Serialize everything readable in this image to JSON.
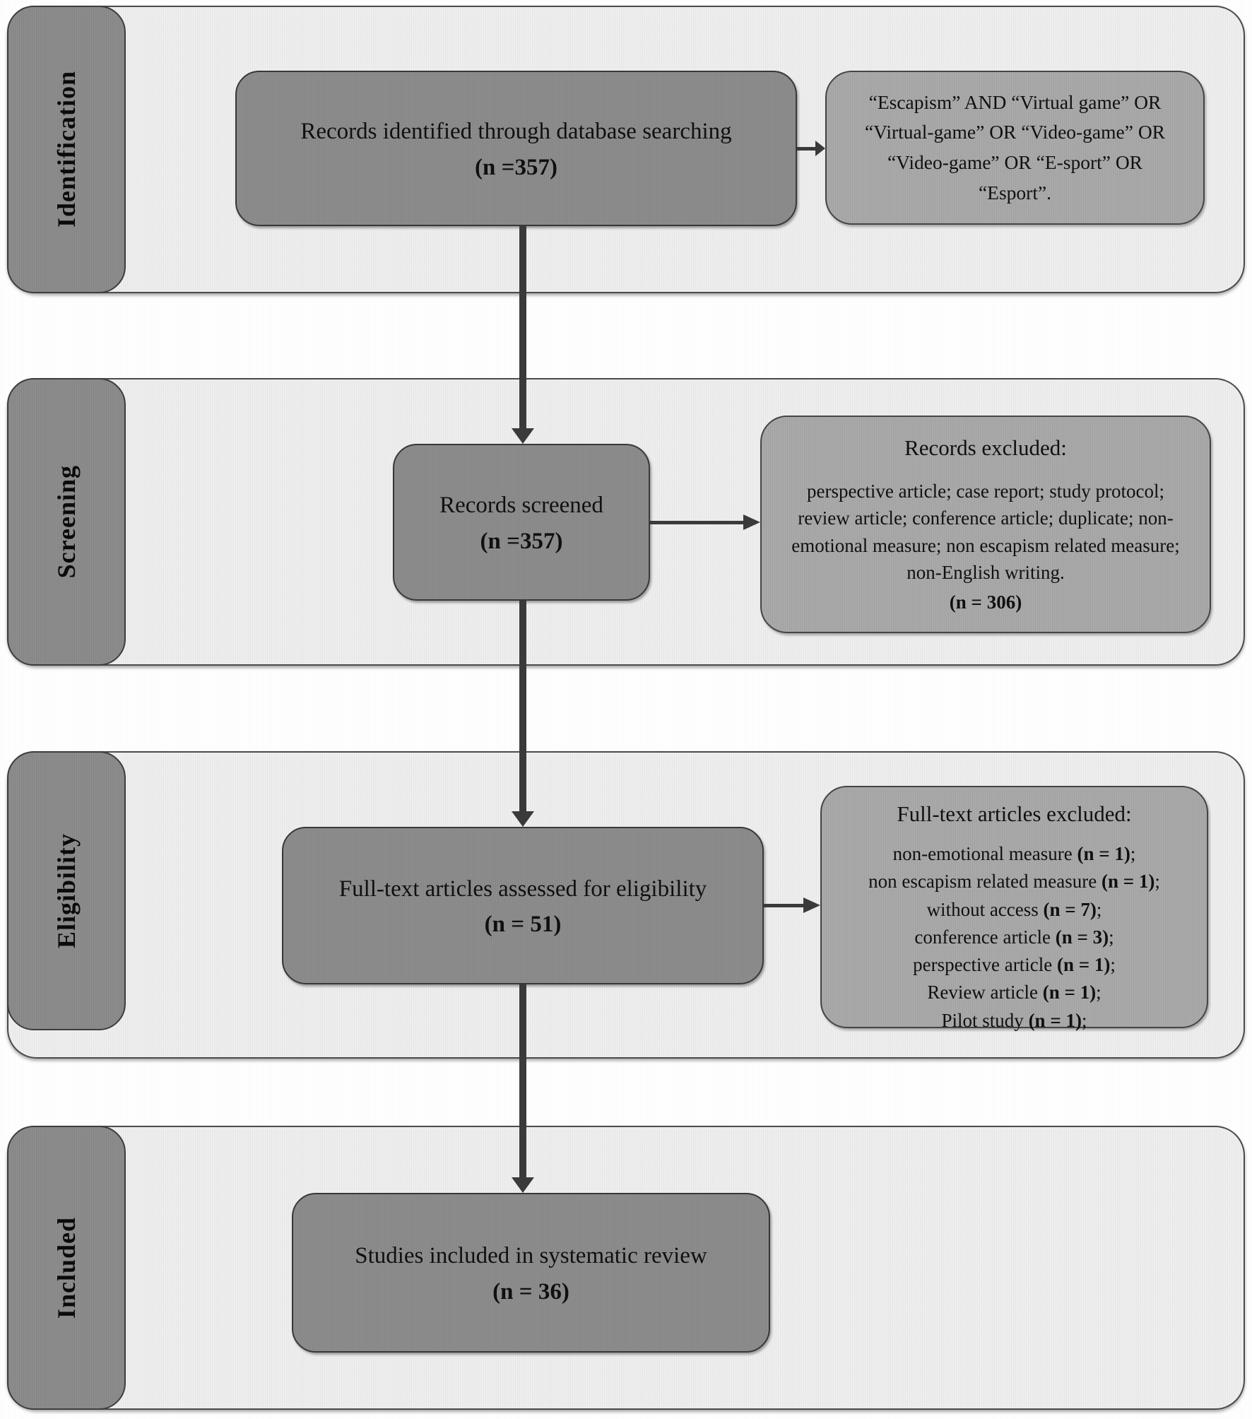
{
  "figure": {
    "stages": [
      {
        "label": "Identification"
      },
      {
        "label": "Screening"
      },
      {
        "label": "Eligibility"
      },
      {
        "label": "Included"
      }
    ],
    "boxes": {
      "identified": {
        "title": "Records identified through database searching",
        "count": "(n =357)"
      },
      "search_terms": {
        "text": "“Escapism” AND “Virtual game” OR “Virtual-game” OR “Video-game” OR “Video-game” OR “E-sport” OR “Esport”."
      },
      "screened": {
        "title": "Records screened",
        "count": "(n =357)"
      },
      "records_excluded": {
        "heading": "Records excluded:",
        "body": "perspective article; case report; study protocol; review article; conference article; duplicate; non-emotional measure; non escapism related measure; non-English writing.",
        "count": "(n = 306)"
      },
      "fulltext": {
        "title": "Full-text articles assessed for eligibility",
        "count": "(n = 51)"
      },
      "fulltext_excluded": {
        "heading": "Full-text articles excluded:",
        "items": [
          "non-emotional measure (n = 1);",
          "non escapism related measure (n = 1);",
          "without access (n = 7);",
          "conference article (n = 3);",
          "perspective article (n = 1);",
          "Review article (n = 1);",
          "Pilot study (n = 1);"
        ]
      },
      "included": {
        "title": "Studies included in systematic review",
        "count": "(n = 36)"
      }
    },
    "colors": {
      "band_fill": "#efeeee",
      "dark_box_fill": "#8c8c8c",
      "side_box_fill": "#a9a9a9",
      "arrow": "#3a3a3a",
      "border": "#3d3d3d"
    }
  }
}
